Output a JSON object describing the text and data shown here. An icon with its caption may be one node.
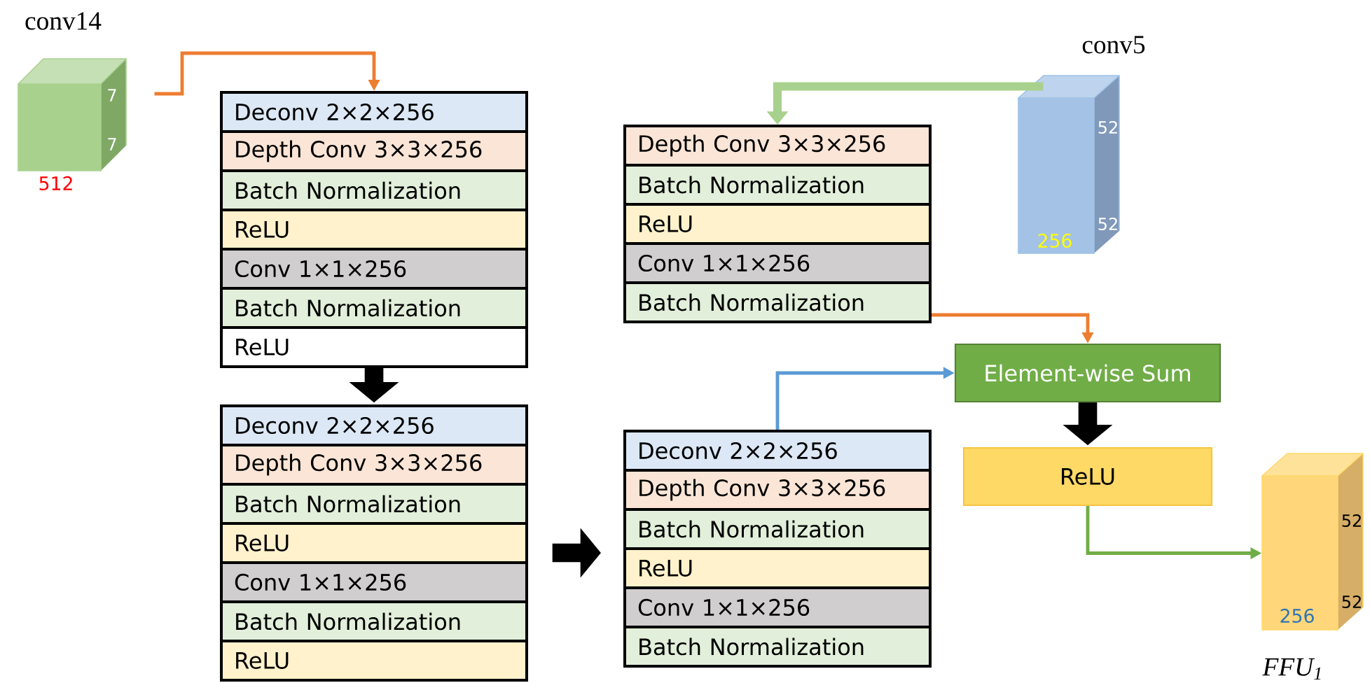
{
  "diagram": {
    "nodes": [
      {
        "text": [
          "conv14",
          "7",
          "7",
          "512"
        ]
      },
      {
        "text": [],
        "shape": "box"
      },
      {
        "text": [
          "Deconv 2×2×256"
        ],
        "in": 1
      },
      {
        "text": [
          "Depth Conv 3×3×256"
        ],
        "in": 1
      },
      {
        "text": [
          "Batch Normalization"
        ],
        "in": 1
      },
      {
        "text": [
          "ReLU"
        ],
        "in": 1
      },
      {
        "text": [
          "Conv 1×1×256"
        ],
        "in": 1
      },
      {
        "text": [
          "Batch Normalization"
        ],
        "in": 1
      },
      {
        "text": [
          "ReLU"
        ],
        "in": 1
      },
      {
        "text": [],
        "shape": "box"
      },
      {
        "text": [
          "Deconv 2×2×256"
        ],
        "in": 9
      },
      {
        "text": [
          "Depth Conv 3×3×256"
        ],
        "in": 9
      },
      {
        "text": [
          "Batch Normalization"
        ],
        "in": 9
      },
      {
        "text": [
          "ReLU"
        ],
        "in": 9
      },
      {
        "text": [
          "Conv 1×1×256"
        ],
        "in": 9
      },
      {
        "text": [
          "Batch Normalization"
        ],
        "in": 9
      },
      {
        "text": [
          "ReLU"
        ],
        "in": 9
      },
      {
        "text": [
          "conv5",
          "52",
          "52",
          "256"
        ]
      },
      {
        "text": [],
        "shape": "box"
      },
      {
        "text": [
          "Depth Conv 3×3×256"
        ],
        "in": 18
      },
      {
        "text": [
          "Batch Normalization"
        ],
        "in": 18
      },
      {
        "text": [
          "ReLU"
        ],
        "in": 18
      },
      {
        "text": [
          "Conv 1×1×256"
        ],
        "in": 18
      },
      {
        "text": [
          "Batch Normalization"
        ],
        "in": 18
      },
      {
        "text": [],
        "shape": "box"
      },
      {
        "text": [
          "Deconv 2×2×256"
        ],
        "in": 24
      },
      {
        "text": [
          "Depth Conv 3×3×256"
        ],
        "in": 24
      },
      {
        "text": [
          "Batch Normalization"
        ],
        "in": 24
      },
      {
        "text": [
          "ReLU"
        ],
        "in": 24
      },
      {
        "text": [
          "Conv 1×1×256"
        ],
        "in": 24
      },
      {
        "text": [
          "Batch Normalization"
        ],
        "in": 24
      },
      {
        "text": [
          "Element-wise Sum"
        ]
      },
      {
        "text": [
          "ReLU"
        ]
      },
      {
        "text": [
          "52",
          "52",
          "256",
          "FFU$_{1}$"
        ]
      }
    ],
    "edges": [
      {
        "from": 0,
        "to": 1,
        "arrow": "to",
        "color": "#ed7d31"
      },
      {
        "from": 1,
        "to": 9,
        "arrow": "to",
        "style": "thick"
      },
      {
        "from": 9,
        "to": 24,
        "arrow": "to",
        "style": "thick"
      },
      {
        "from": 17,
        "to": 18,
        "arrow": "to",
        "color": "#a9d18e",
        "style": "thick"
      },
      {
        "from": 18,
        "to": 31,
        "arrow": "to",
        "color": "#ed7d31"
      },
      {
        "from": 24,
        "to": 31,
        "arrow": "to",
        "color": "#5b9bd5"
      },
      {
        "from": 31,
        "to": 32,
        "arrow": "to",
        "style": "thick"
      },
      {
        "from": 32,
        "to": 33,
        "arrow": "to",
        "color": "#70ad47"
      }
    ]
  }
}
